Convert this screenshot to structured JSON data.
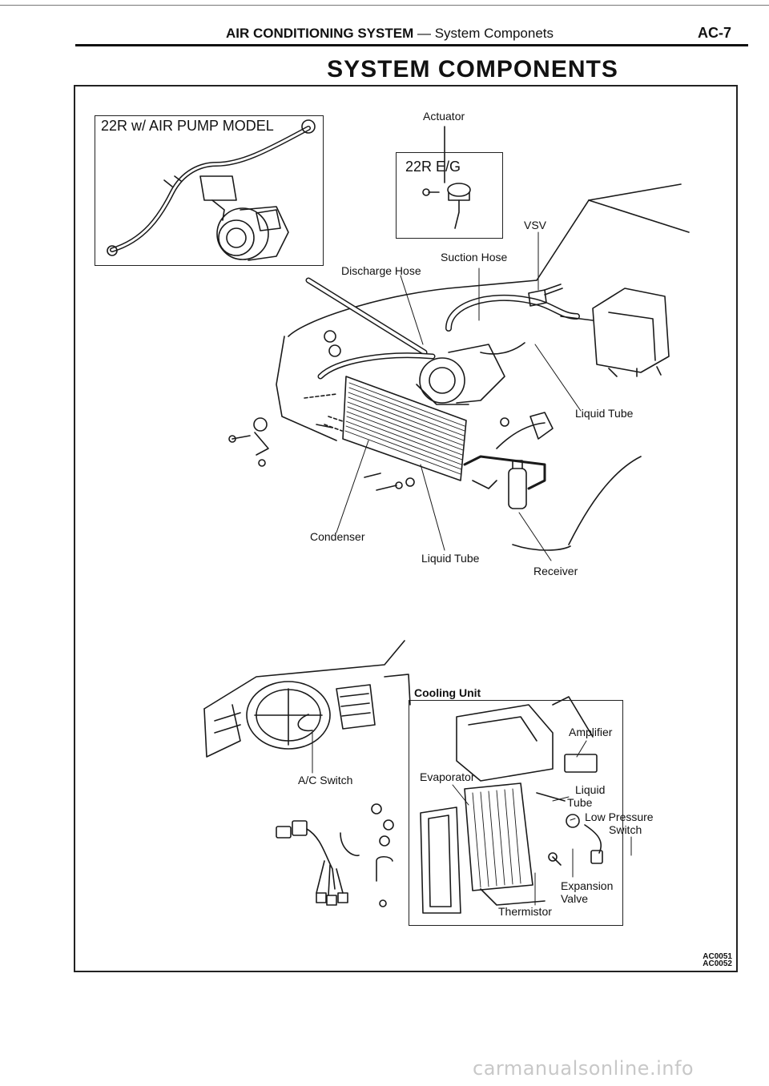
{
  "header": {
    "section_bold": "AIR CONDITIONING SYSTEM",
    "separator": " — ",
    "subsection": "System Componets",
    "page_code": "AC-7"
  },
  "title": "SYSTEM COMPONENTS",
  "insets": {
    "air_pump_model": "22R w/ AIR PUMP MODEL",
    "engine": "22R E/G",
    "cooling_unit": "Cooling Unit"
  },
  "labels": {
    "actuator": "Actuator",
    "vsv": "VSV",
    "suction_hose": "Suction Hose",
    "discharge_hose": "Discharge Hose",
    "liquid_tube_right": "Liquid Tube",
    "condenser": "Condenser",
    "liquid_tube_bottom": "Liquid Tube",
    "receiver": "Receiver",
    "ac_switch": "A/C Switch",
    "amplifier": "Amplifier",
    "evaporator": "Evaporator",
    "liquid_tube_cu_1": "Liquid",
    "liquid_tube_cu_2": "Tube",
    "low_pressure_1": "Low Pressure",
    "low_pressure_2": "Switch",
    "expansion_1": "Expansion",
    "expansion_2": "Valve",
    "thermistor": "Thermistor"
  },
  "figure_codes": [
    "AC0051",
    "AC0052"
  ],
  "watermark": "carmanualsonline.info"
}
